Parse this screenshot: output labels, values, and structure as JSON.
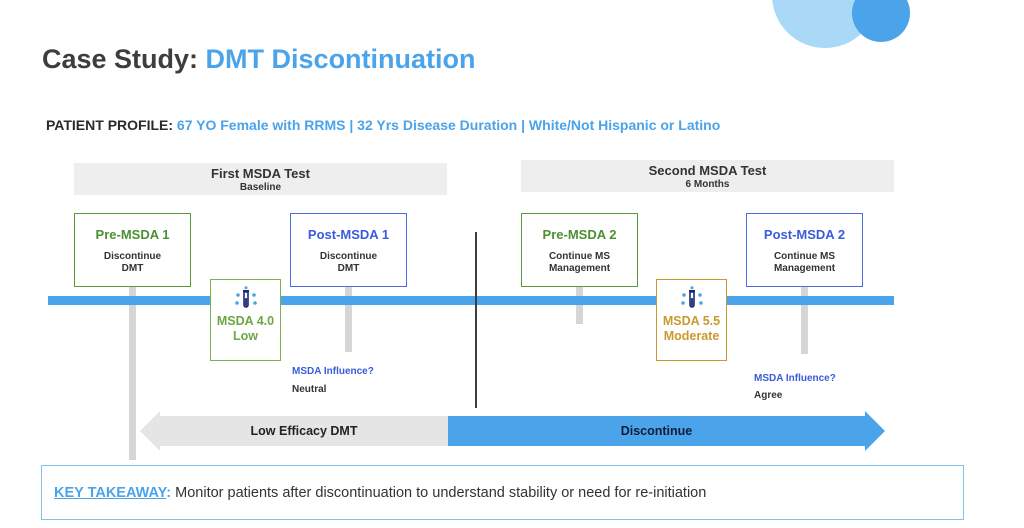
{
  "title": {
    "prefix": "Case Study: ",
    "highlight": "DMT Discontinuation"
  },
  "profile": {
    "label": "PATIENT PROFILE: ",
    "value": "67 YO Female with RRMS | 32 Yrs Disease Duration | White/Not Hispanic or Latino"
  },
  "tests": [
    {
      "title": "First MSDA Test",
      "subtitle": "Baseline"
    },
    {
      "title": "Second MSDA Test",
      "subtitle": "6 Months"
    }
  ],
  "boxes": [
    {
      "title": "Pre-MSDA 1",
      "line1": "Discontinue",
      "line2": "DMT"
    },
    {
      "title": "Post-MSDA 1",
      "line1": "Discontinue",
      "line2": "DMT"
    },
    {
      "title": "Pre-MSDA 2",
      "line1": "Continue MS",
      "line2": "Management"
    },
    {
      "title": "Post-MSDA 2",
      "line1": "Continue MS",
      "line2": "Management"
    }
  ],
  "scores": [
    {
      "line1": "MSDA 4.0",
      "line2": "Low",
      "color": "#6aa842"
    },
    {
      "line1": "MSDA 5.5",
      "line2": "Moderate",
      "color": "#c99a2e"
    }
  ],
  "influence": [
    {
      "question": "MSDA Influence?",
      "answer": "Neutral"
    },
    {
      "question": "MSDA Influence?",
      "answer": "Agree"
    }
  ],
  "arrows": {
    "left": "Low Efficacy DMT",
    "right": "Discontinue"
  },
  "takeaway": {
    "label": "KEY TAKEAWAY",
    "sep": ": ",
    "text": "Monitor patients after discontinuation to understand stability or need for re-initiation"
  },
  "colors": {
    "accent": "#4ba3ea",
    "green": "#5b9a3c",
    "blue": "#3b5bdb",
    "gold": "#c99a2e",
    "gray": "#e6e6e6"
  },
  "icons": [
    "test-tube-icon",
    "test-tube-icon"
  ]
}
